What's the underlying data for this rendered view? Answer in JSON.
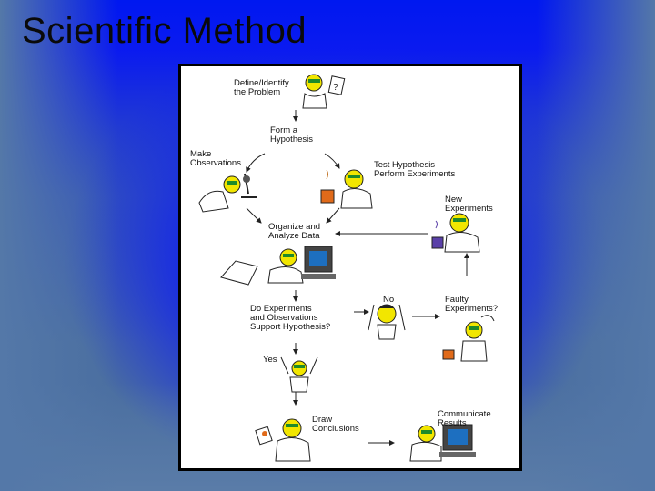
{
  "slide": {
    "title": "Scientific Method"
  },
  "diagram": {
    "steps": {
      "define": "Define/Identify\nthe Problem",
      "hypothesis": "Form a\nHypothesis",
      "observations": "Make\nObservations",
      "test": "Test Hypothesis\nPerform Experiments",
      "new_experiments": "New\nExperiments",
      "organize": "Organize and\nAnalyze Data",
      "support": "Do Experiments\nand Observations\nSupport Hypothesis?",
      "no": "No",
      "faulty": "Faulty\nExperiments?",
      "yes": "Yes",
      "conclusions": "Draw\nConclusions",
      "communicate": "Communicate\nResults"
    },
    "colors": {
      "face": "#f2e600",
      "goggles": "#1f8a2a",
      "beaker": "#e06a1a",
      "monitor": "#1d6fc0",
      "line": "#222222"
    }
  }
}
